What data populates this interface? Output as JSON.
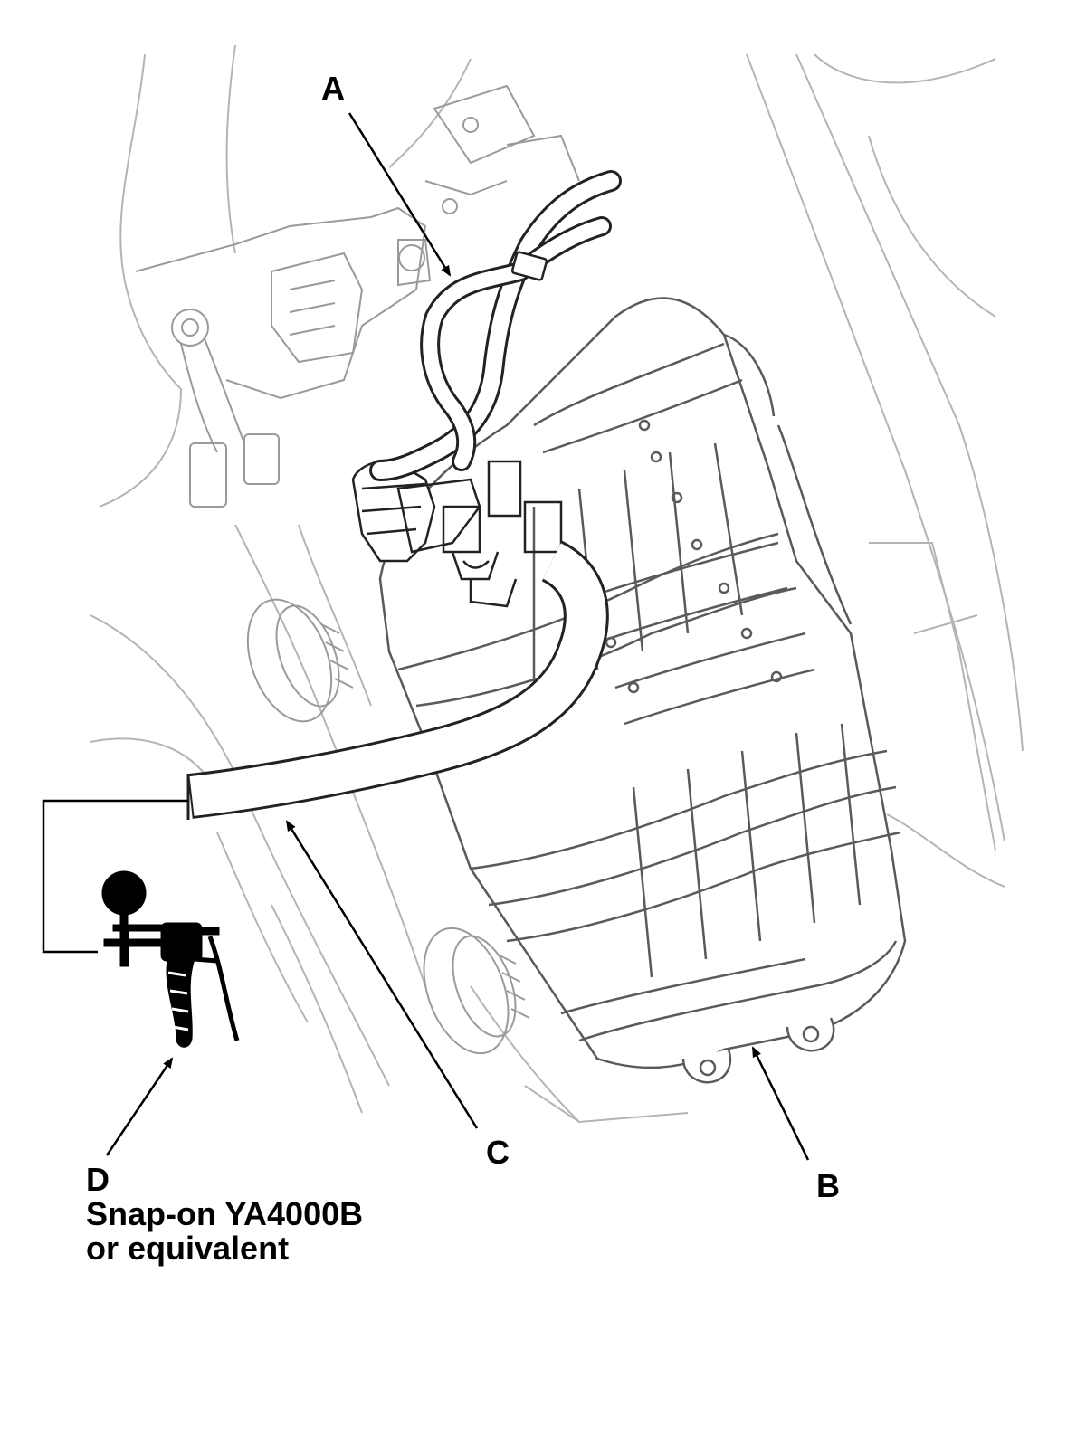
{
  "callouts": {
    "a": "A",
    "b": "B",
    "c": "C",
    "d": "D"
  },
  "tool": {
    "line1": "Snap-on YA4000B",
    "line2": "or equivalent"
  }
}
